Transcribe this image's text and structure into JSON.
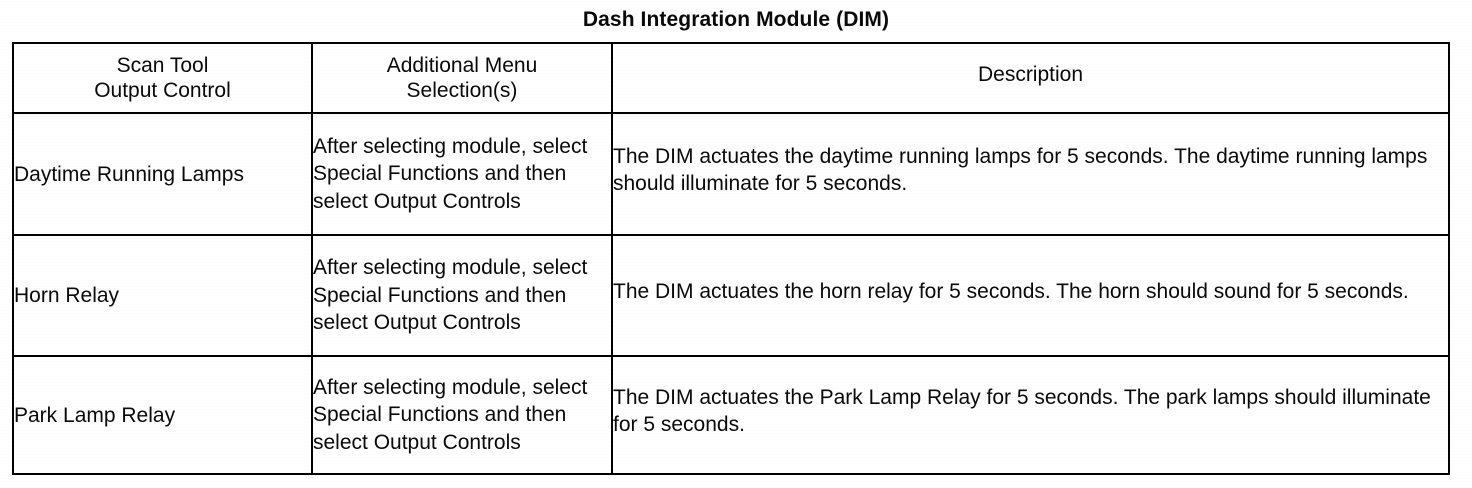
{
  "document": {
    "title": "Dash Integration Module (DIM)"
  },
  "table": {
    "headers": {
      "col1_line1": "Scan Tool",
      "col1_line2": "Output Control",
      "col2_line1": "Additional Menu",
      "col2_line2": "Selection(s)",
      "col3": "Description"
    },
    "rows": [
      {
        "output_control": "Daytime Running Lamps",
        "menu_selection": "After selecting module, select Special Functions and then select Output Controls",
        "description": "The DIM actuates the daytime running lamps for 5 seconds. The daytime running lamps should illuminate for 5 seconds."
      },
      {
        "output_control": "Horn Relay",
        "menu_selection": "After selecting module, select Special Functions and then select Output Controls",
        "description": "The DIM actuates the horn relay for 5 seconds. The horn should sound for 5 seconds."
      },
      {
        "output_control": "Park Lamp Relay",
        "menu_selection": "After selecting module, select Special Functions and then select Output Controls",
        "description": "The DIM actuates the Park Lamp Relay for 5 seconds. The park lamps should illuminate for 5 seconds."
      }
    ]
  },
  "colors": {
    "ink": "#0a0a0a",
    "paper": "#ffffff",
    "rule": "#000000"
  }
}
